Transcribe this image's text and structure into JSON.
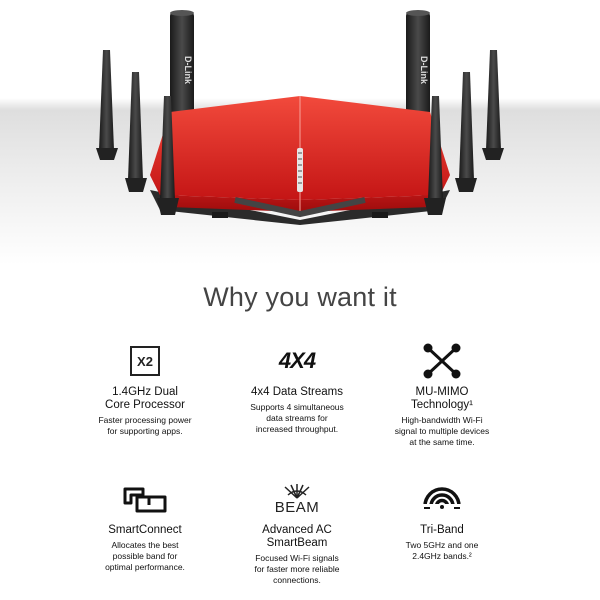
{
  "hero": {
    "brand_left": "D-Link",
    "brand_right": "D-Link"
  },
  "heading": "Why you want it",
  "features": [
    {
      "icon": "x2-chip-icon",
      "icon_text": "X2",
      "title_lines": [
        "1.4GHz Dual",
        "Core Processor"
      ],
      "desc_lines": [
        "Faster processing power",
        "for supporting apps."
      ]
    },
    {
      "icon": "4x4-icon",
      "icon_text": "4X4",
      "title_lines": [
        "4x4 Data Streams"
      ],
      "desc_lines": [
        "Supports 4 simultaneous",
        "data streams for",
        "increased throughput."
      ]
    },
    {
      "icon": "mu-mimo-icon",
      "title_lines": [
        "MU-MIMO",
        "Technology¹"
      ],
      "desc_lines": [
        "High-bandwidth Wi-Fi",
        "signal to multiple devices",
        "at the same time."
      ]
    },
    {
      "icon": "smartconnect-icon",
      "title_lines": [
        "SmartConnect"
      ],
      "desc_lines": [
        "Allocates the best",
        "possible band for",
        "optimal performance."
      ]
    },
    {
      "icon": "beam-icon",
      "icon_text": "BEAM",
      "title_lines": [
        "Advanced AC",
        "SmartBeam"
      ],
      "desc_lines": [
        "Focused Wi-Fi signals",
        "for faster more reliable",
        "connections."
      ]
    },
    {
      "icon": "tri-band-icon",
      "title_lines": [
        "Tri-Band"
      ],
      "desc_lines": [
        "Two 5GHz and one",
        "2.4GHz bands.²"
      ]
    }
  ],
  "colors": {
    "router_red": "#d21f1f",
    "antenna": "#2a2a2a",
    "text": "#111111"
  }
}
